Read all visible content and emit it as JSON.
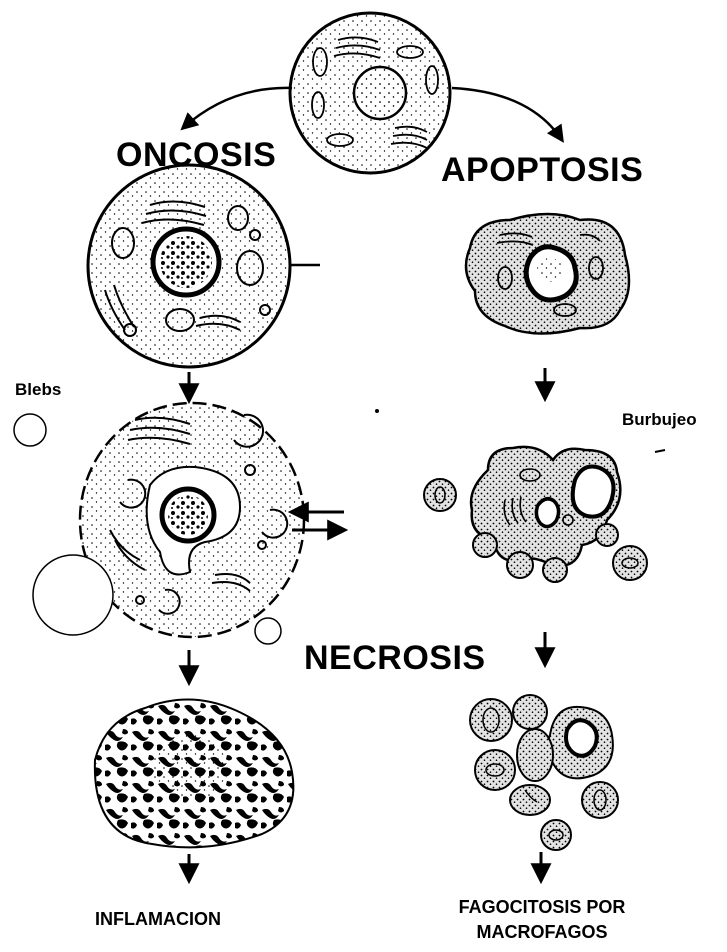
{
  "labels": {
    "oncosis": "ONCOSIS",
    "apoptosis": "APOPTOSIS",
    "necrosis": "NECROSIS",
    "blebs": "Blebs",
    "burbujeo": "Burbujeo",
    "inflamacion": "INFLAMACION",
    "fagocitosis_line1": "FAGOCITOSIS POR",
    "fagocitosis_line2": "MACROFAGOS"
  },
  "colors": {
    "ink": "#000000",
    "cytoplasm_dark": "#d9d9d9",
    "background": "#ffffff"
  }
}
